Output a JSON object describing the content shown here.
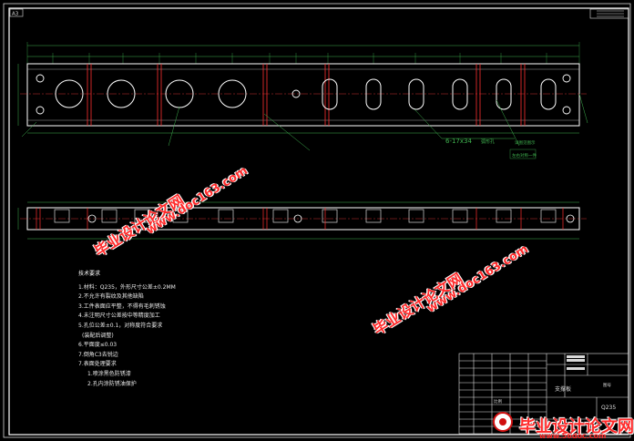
{
  "sheet": {
    "corner_tag": "A3",
    "hole_callout": "6-17x34",
    "hole_callout_suffix": "弧形孔",
    "side_note_1": "详图见图示",
    "side_note_2": "左右对称一件"
  },
  "notes": {
    "title": "技术要求",
    "lines": [
      "1.材料：Q235，外形尺寸公差±0.2MM",
      "2.不允许有裂纹及其他缺陷",
      "3.工件表面应平整，不得有毛刺锈蚀",
      "4.未注明尺寸公差按中等精度加工",
      "5.孔位公差±0.1，对称度符合要求",
      "(装配后调整)",
      "6.平面度≤0.03",
      "7.倒角C3去锐边",
      "7.表面处理要求",
      "1.喷涂黑色防锈漆",
      "2.孔内涂防锈油保护"
    ]
  },
  "title_block": {
    "part_name": "支撑板",
    "material": "Q235",
    "scale_label": "比例",
    "sheet_label": "图号"
  },
  "watermarks": {
    "brand_cn": "毕业设计论文网",
    "url_doc": "www.doc163.com",
    "url_56": "www.56doc.com"
  }
}
